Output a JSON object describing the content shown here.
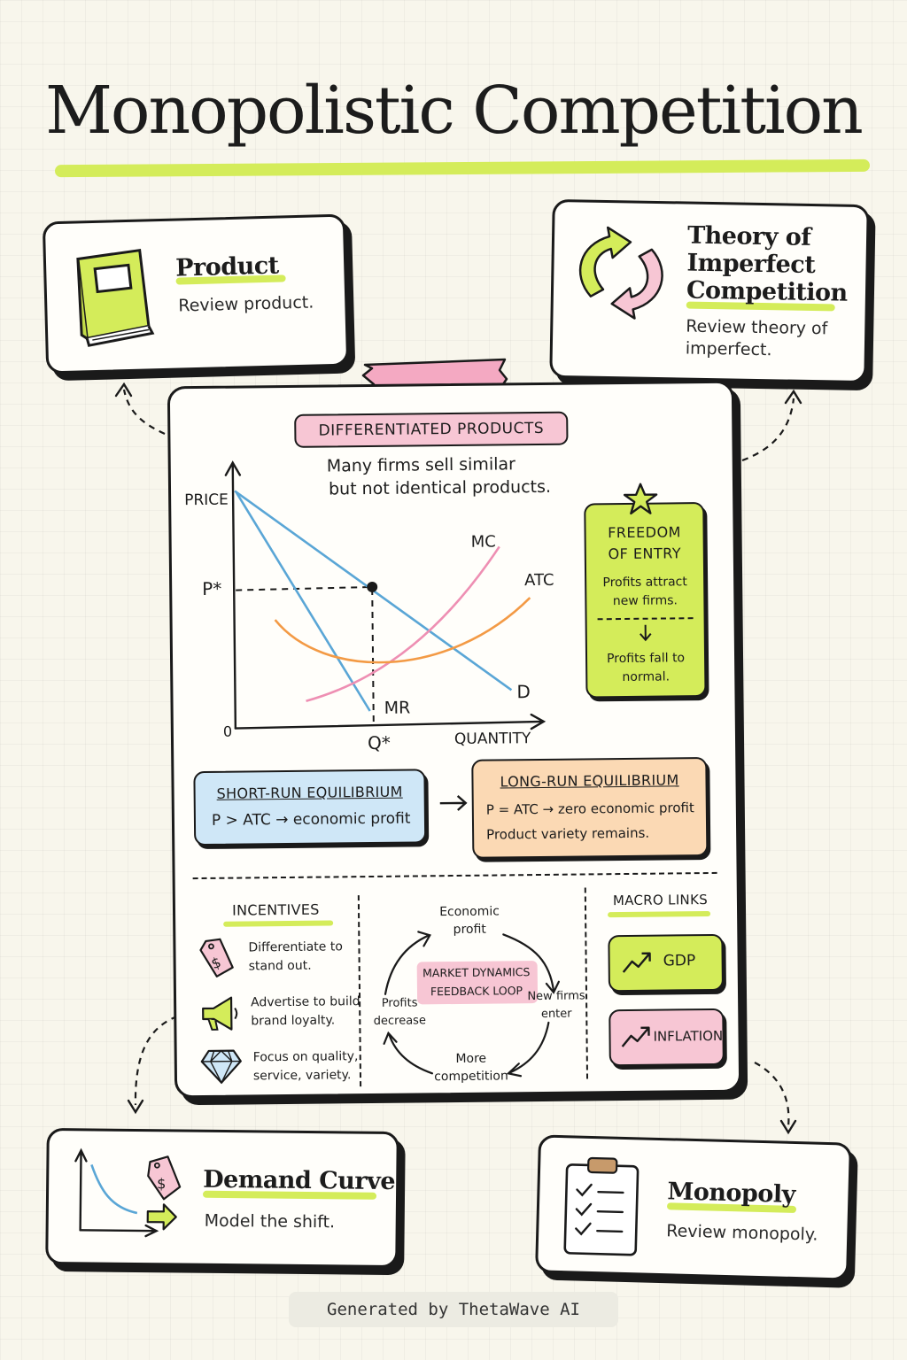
{
  "title": "Monopolistic Competition",
  "colors": {
    "lime": "#d4ec5a",
    "pink": "#f7c6d4",
    "blue": "#cfe7f7",
    "orange": "#fbd9b4",
    "line_blue": "#5aa6d6",
    "line_pink": "#ee8fb3",
    "line_orange": "#f39a45"
  },
  "cards": {
    "product": {
      "title": "Product",
      "desc": "Review product.",
      "icon": "book-icon"
    },
    "theory": {
      "title_lines": [
        "Theory of",
        "Imperfect",
        "Competition"
      ],
      "desc_lines": [
        "Review theory of",
        "imperfect."
      ],
      "icon": "cycle-arrows-icon"
    },
    "demand": {
      "title": "Demand Curve",
      "desc": "Model the shift.",
      "icon": "demand-graph-icon"
    },
    "monopoly": {
      "title": "Monopoly",
      "desc": "Review monopoly.",
      "icon": "clipboard-checklist-icon"
    }
  },
  "main": {
    "heading": "DIFFERENTIATED PRODUCTS",
    "subtitle_lines": [
      "Many firms sell similar",
      "but not identical products."
    ],
    "graph": {
      "y_label": "PRICE",
      "x_label": "QUANTITY",
      "origin": "0",
      "p_star": "P*",
      "q_star": "Q*",
      "curves": {
        "mc": "MC",
        "atc": "ATC",
        "d": "D",
        "mr": "MR"
      }
    },
    "freedom": {
      "title_lines": [
        "FREEDOM",
        "OF ENTRY"
      ],
      "text1_lines": [
        "Profits attract",
        "new firms."
      ],
      "text2_lines": [
        "Profits fall to",
        "normal."
      ],
      "icon": "star-icon"
    },
    "short_run": {
      "title": "SHORT-RUN EQUILIBRIUM",
      "text": "P > ATC → economic profit"
    },
    "long_run": {
      "title": "LONG-RUN EQUILIBRIUM",
      "text1": "P = ATC → zero economic profit",
      "text2": "Product variety remains."
    },
    "incentives": {
      "title": "INCENTIVES",
      "items": [
        {
          "icon": "price-tag-icon",
          "lines": [
            "Differentiate to",
            "stand out."
          ]
        },
        {
          "icon": "megaphone-icon",
          "lines": [
            "Advertise to build",
            "brand loyalty."
          ]
        },
        {
          "icon": "diamond-icon",
          "lines": [
            "Focus on quality,",
            "service, variety."
          ]
        }
      ]
    },
    "loop": {
      "center_lines": [
        "MARKET DYNAMICS",
        "FEEDBACK LOOP"
      ],
      "top_lines": [
        "Economic",
        "profit"
      ],
      "right_lines": [
        "New firms",
        "enter"
      ],
      "bottom_lines": [
        "More",
        "competition"
      ],
      "left_lines": [
        "Profits",
        "decrease"
      ]
    },
    "macro": {
      "title": "MACRO LINKS",
      "gdp": "GDP",
      "inflation": "INFLATION"
    }
  },
  "footer": "Generated by ThetaWave AI"
}
